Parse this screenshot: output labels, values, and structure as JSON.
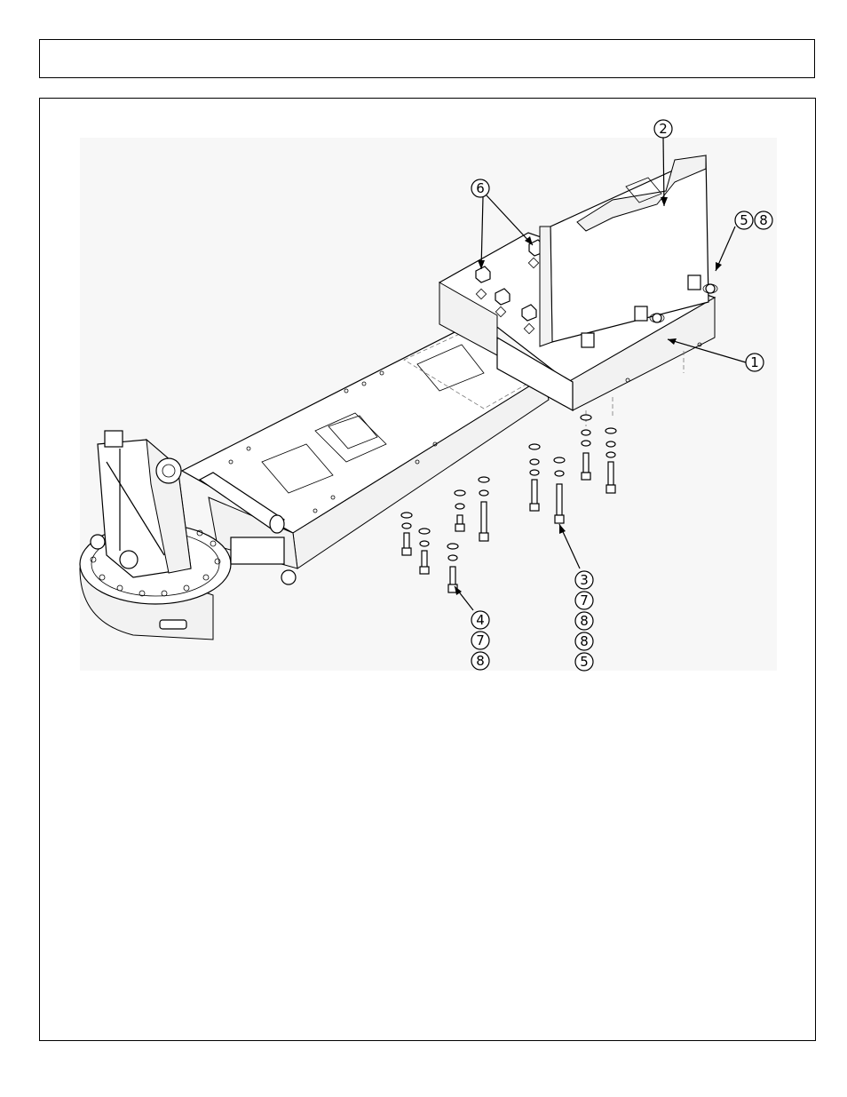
{
  "header": {
    "title": ""
  },
  "diagram": {
    "callouts": {
      "c1": "1",
      "c2": "2",
      "c5": "5",
      "c8": "8",
      "c6": "6",
      "g1a": "3",
      "g1b": "7",
      "g1c": "8",
      "g1d": "8",
      "g1e": "5",
      "g2a": "4",
      "g2b": "7",
      "g2c": "8"
    }
  }
}
